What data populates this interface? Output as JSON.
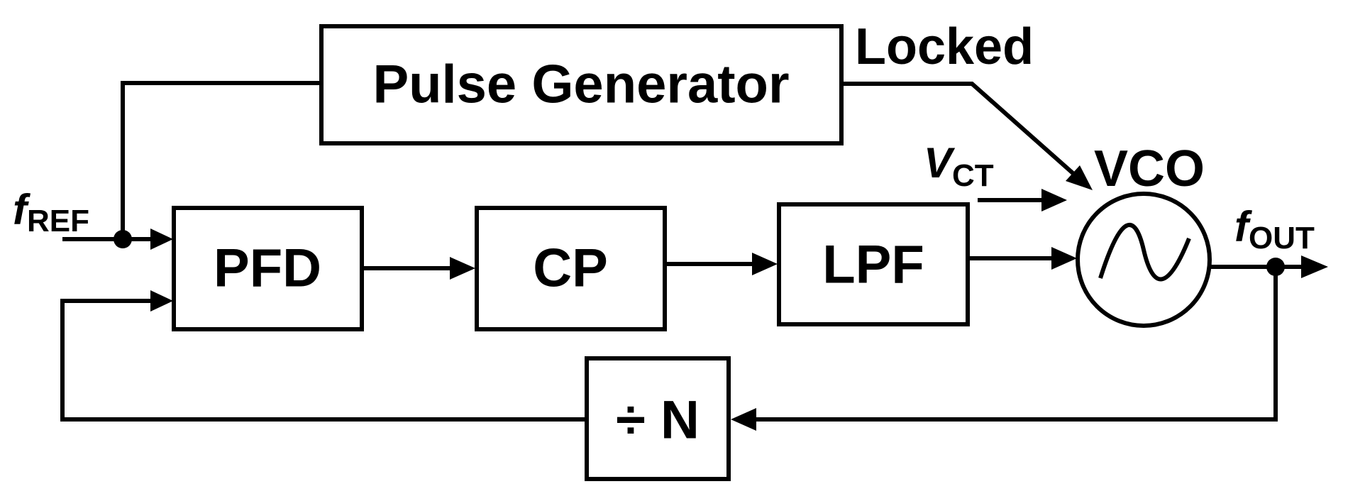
{
  "blocks": {
    "pulse_generator": "Pulse Generator",
    "pfd": "PFD",
    "cp": "CP",
    "lpf": "LPF",
    "vco": "VCO",
    "divider": "÷ N"
  },
  "signals": {
    "locked": "Locked",
    "f_ref_symbol": "f",
    "f_ref_subscript": "REF",
    "v_ct_symbol": "V",
    "v_ct_subscript": "CT",
    "f_out_symbol": "f",
    "f_out_subscript": "OUT"
  },
  "colors": {
    "stroke": "#000000",
    "background": "#ffffff"
  }
}
